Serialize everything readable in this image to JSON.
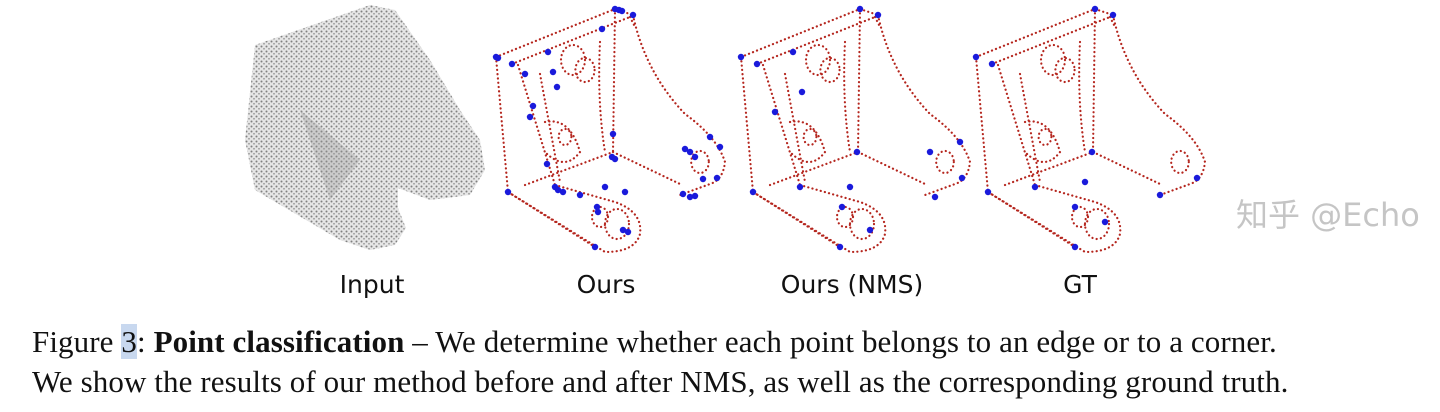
{
  "figure": {
    "panels": [
      {
        "label": "Input"
      },
      {
        "label": "Ours"
      },
      {
        "label": "Ours (NMS)"
      },
      {
        "label": "GT"
      }
    ],
    "colors": {
      "input_points": "#7a7a7a",
      "edge_points": "#b5261e",
      "corner_points": "#1a1adb"
    }
  },
  "caption": {
    "prefix": "Figure ",
    "number": "3",
    "colon": ": ",
    "title": "Point classification",
    "line1_rest": " – We determine whether each point belongs to an edge or to a corner.",
    "line2": "We show the results of our method before and after NMS, as well as the corresponding ground truth."
  },
  "watermark": "知乎 @Echo"
}
